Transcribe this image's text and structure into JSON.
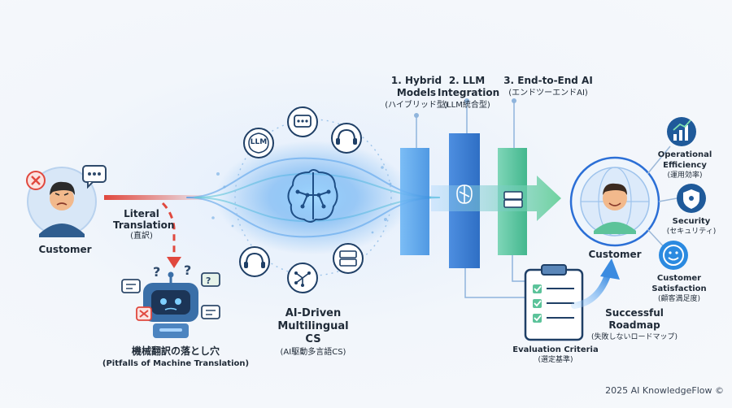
{
  "customer_left": {
    "label": "Customer"
  },
  "literal_translation": {
    "title": "Literal Translation",
    "jp": "(直訳)"
  },
  "pitfalls": {
    "jp": "機械翻訳の落とし穴",
    "en": "(Pitfalls of Machine Translation)"
  },
  "hub": {
    "icon_text": "LLM",
    "title": "AI-Driven Multilingual CS",
    "jp": "(AI駆動多言語CS)"
  },
  "approaches": [
    {
      "title": "1. Hybrid Models",
      "jp": "(ハイブリッド型)"
    },
    {
      "title": "2. LLM Integration",
      "jp": "(LLM統合型)"
    },
    {
      "title": "3. End-to-End AI",
      "jp": "(エンドツーエンドAI)"
    }
  ],
  "customer_right": {
    "label": "Customer"
  },
  "outcomes": [
    {
      "title": "Operational Efficiency",
      "jp": "(運用効率)"
    },
    {
      "title": "Security",
      "jp": "(セキュリティ)"
    },
    {
      "title": "Customer Satisfaction",
      "jp": "(顧客満足度)"
    }
  ],
  "evaluation": {
    "title": "Evaluation Criteria",
    "jp": "(選定基準)"
  },
  "roadmap": {
    "title": "Successful Roadmap",
    "jp": "(失敗しないロードマップ)"
  },
  "footer": {
    "text": "2025 AI KnowledgeFlow ©"
  },
  "colors": {
    "accent_blue": "#2b6fd6",
    "accent_green": "#5cc39a",
    "warning_red": "#e0483e",
    "navy": "#1f3f66"
  }
}
